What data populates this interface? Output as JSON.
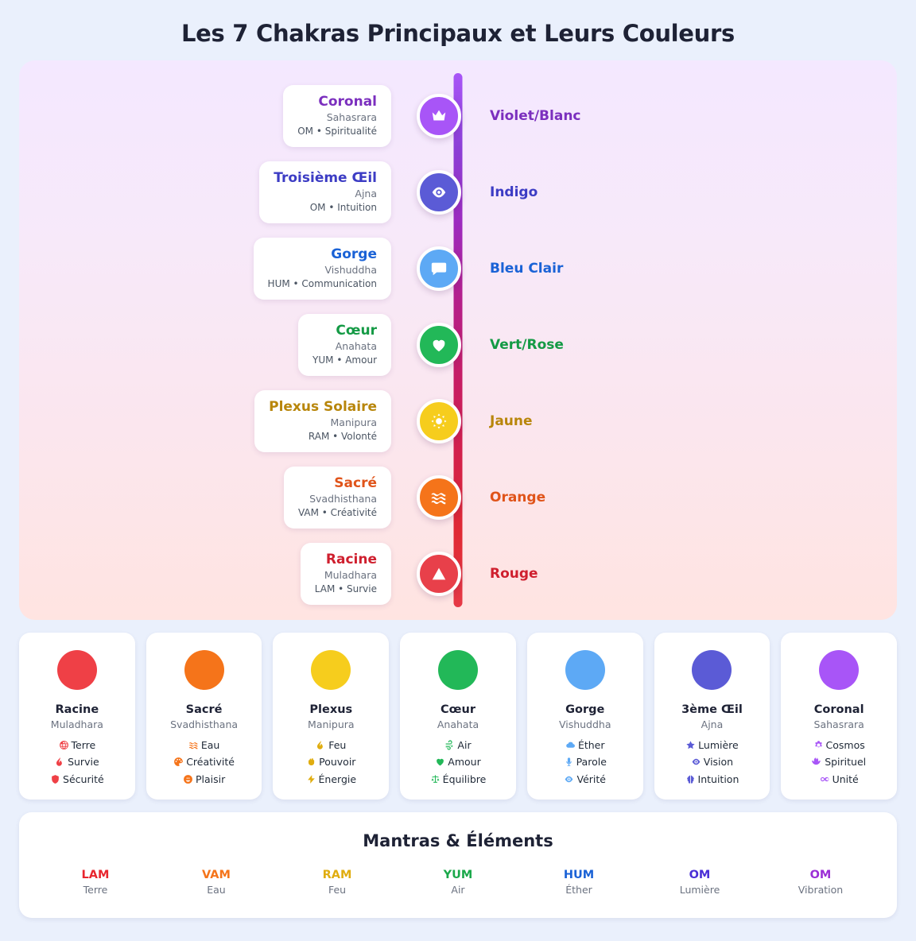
{
  "header": {
    "title": "Les 7 Chakras Principaux et Leurs Couleurs"
  },
  "palette": {
    "page_background": "#eaf0fc",
    "panel_gradient_top": "#f4e8ff",
    "panel_gradient_bottom": "#ffe4e1",
    "card_background": "#ffffff"
  },
  "spine": {
    "line_gradient_top": "#a855f7",
    "line_gradient_bottom": "#e63946",
    "rows": [
      {
        "name": "Coronal",
        "sanskrit": "Sahasrara",
        "detail": "OM • Spiritualité",
        "mantra": "OM",
        "keyword": "Spiritualité",
        "color_label": "Violet/Blanc",
        "node_color": "#a855f7",
        "text_color": "#7b2fbe",
        "icon": "crown-icon"
      },
      {
        "name": "Troisième Œil",
        "sanskrit": "Ajna",
        "detail": "OM • Intuition",
        "mantra": "OM",
        "keyword": "Intuition",
        "color_label": "Indigo",
        "node_color": "#5b5bd6",
        "text_color": "#3c3cc4",
        "icon": "eye-icon"
      },
      {
        "name": "Gorge",
        "sanskrit": "Vishuddha",
        "detail": "HUM • Communication",
        "mantra": "HUM",
        "keyword": "Communication",
        "color_label": "Bleu Clair",
        "node_color": "#5da9f5",
        "text_color": "#1a62d6",
        "icon": "speech-bubble-icon"
      },
      {
        "name": "Cœur",
        "sanskrit": "Anahata",
        "detail": "YUM • Amour",
        "mantra": "YUM",
        "keyword": "Amour",
        "color_label": "Vert/Rose",
        "node_color": "#22b858",
        "text_color": "#149a45",
        "icon": "heart-icon"
      },
      {
        "name": "Plexus Solaire",
        "sanskrit": "Manipura",
        "detail": "RAM • Volonté",
        "mantra": "RAM",
        "keyword": "Volonté",
        "color_label": "Jaune",
        "node_color": "#f6cd1d",
        "text_color": "#b8860b",
        "icon": "sun-icon"
      },
      {
        "name": "Sacré",
        "sanskrit": "Svadhisthana",
        "detail": "VAM • Créativité",
        "mantra": "VAM",
        "keyword": "Créativité",
        "color_label": "Orange",
        "node_color": "#f5741a",
        "text_color": "#e0541a",
        "icon": "waves-icon"
      },
      {
        "name": "Racine",
        "sanskrit": "Muladhara",
        "detail": "LAM • Survie",
        "mantra": "LAM",
        "keyword": "Survie",
        "color_label": "Rouge",
        "node_color": "#e8404a",
        "text_color": "#cf1f2e",
        "icon": "mountain-icon"
      }
    ]
  },
  "detail_cards": [
    {
      "name": "Racine",
      "sanskrit": "Muladhara",
      "dot_color": "#ef4046",
      "attr_color": "#ef4046",
      "attributes": [
        {
          "label": "Terre",
          "icon": "globe-icon"
        },
        {
          "label": "Survie",
          "icon": "flame-icon"
        },
        {
          "label": "Sécurité",
          "icon": "shield-icon"
        }
      ]
    },
    {
      "name": "Sacré",
      "sanskrit": "Svadhisthana",
      "dot_color": "#f5741a",
      "attr_color": "#f5741a",
      "attributes": [
        {
          "label": "Eau",
          "icon": "waves-icon"
        },
        {
          "label": "Créativité",
          "icon": "palette-icon"
        },
        {
          "label": "Plaisir",
          "icon": "smile-icon"
        }
      ]
    },
    {
      "name": "Plexus",
      "sanskrit": "Manipura",
      "dot_color": "#f6cd1d",
      "attr_color": "#e0ad10",
      "attributes": [
        {
          "label": "Feu",
          "icon": "flame-icon"
        },
        {
          "label": "Pouvoir",
          "icon": "fist-icon"
        },
        {
          "label": "Énergie",
          "icon": "bolt-icon"
        }
      ]
    },
    {
      "name": "Cœur",
      "sanskrit": "Anahata",
      "dot_color": "#22b858",
      "attr_color": "#22b858",
      "attributes": [
        {
          "label": "Air",
          "icon": "wind-icon"
        },
        {
          "label": "Amour",
          "icon": "heart-icon"
        },
        {
          "label": "Équilibre",
          "icon": "scales-icon"
        }
      ]
    },
    {
      "name": "Gorge",
      "sanskrit": "Vishuddha",
      "dot_color": "#5da9f5",
      "attr_color": "#5da9f5",
      "attributes": [
        {
          "label": "Éther",
          "icon": "cloud-icon"
        },
        {
          "label": "Parole",
          "icon": "microphone-icon"
        },
        {
          "label": "Vérité",
          "icon": "eye-icon"
        }
      ]
    },
    {
      "name": "3ème Œil",
      "sanskrit": "Ajna",
      "dot_color": "#5b5bd6",
      "attr_color": "#5b5bd6",
      "attributes": [
        {
          "label": "Lumière",
          "icon": "star-icon"
        },
        {
          "label": "Vision",
          "icon": "eye-icon"
        },
        {
          "label": "Intuition",
          "icon": "brain-icon"
        }
      ]
    },
    {
      "name": "Coronal",
      "sanskrit": "Sahasrara",
      "dot_color": "#a855f7",
      "attr_color": "#a855f7",
      "attributes": [
        {
          "label": "Cosmos",
          "icon": "flower-icon"
        },
        {
          "label": "Spirituel",
          "icon": "lotus-icon"
        },
        {
          "label": "Unité",
          "icon": "infinity-icon"
        }
      ]
    }
  ],
  "mantras": {
    "title": "Mantras & Éléments",
    "items": [
      {
        "sound": "LAM",
        "element": "Terre",
        "color": "#e8262e"
      },
      {
        "sound": "VAM",
        "element": "Eau",
        "color": "#f5741a"
      },
      {
        "sound": "RAM",
        "element": "Feu",
        "color": "#e0ad10"
      },
      {
        "sound": "YUM",
        "element": "Air",
        "color": "#1aa84a"
      },
      {
        "sound": "HUM",
        "element": "Éther",
        "color": "#1a62d6"
      },
      {
        "sound": "OM",
        "element": "Lumière",
        "color": "#4a2fd6"
      },
      {
        "sound": "OM",
        "element": "Vibration",
        "color": "#9b2fd6"
      }
    ]
  }
}
